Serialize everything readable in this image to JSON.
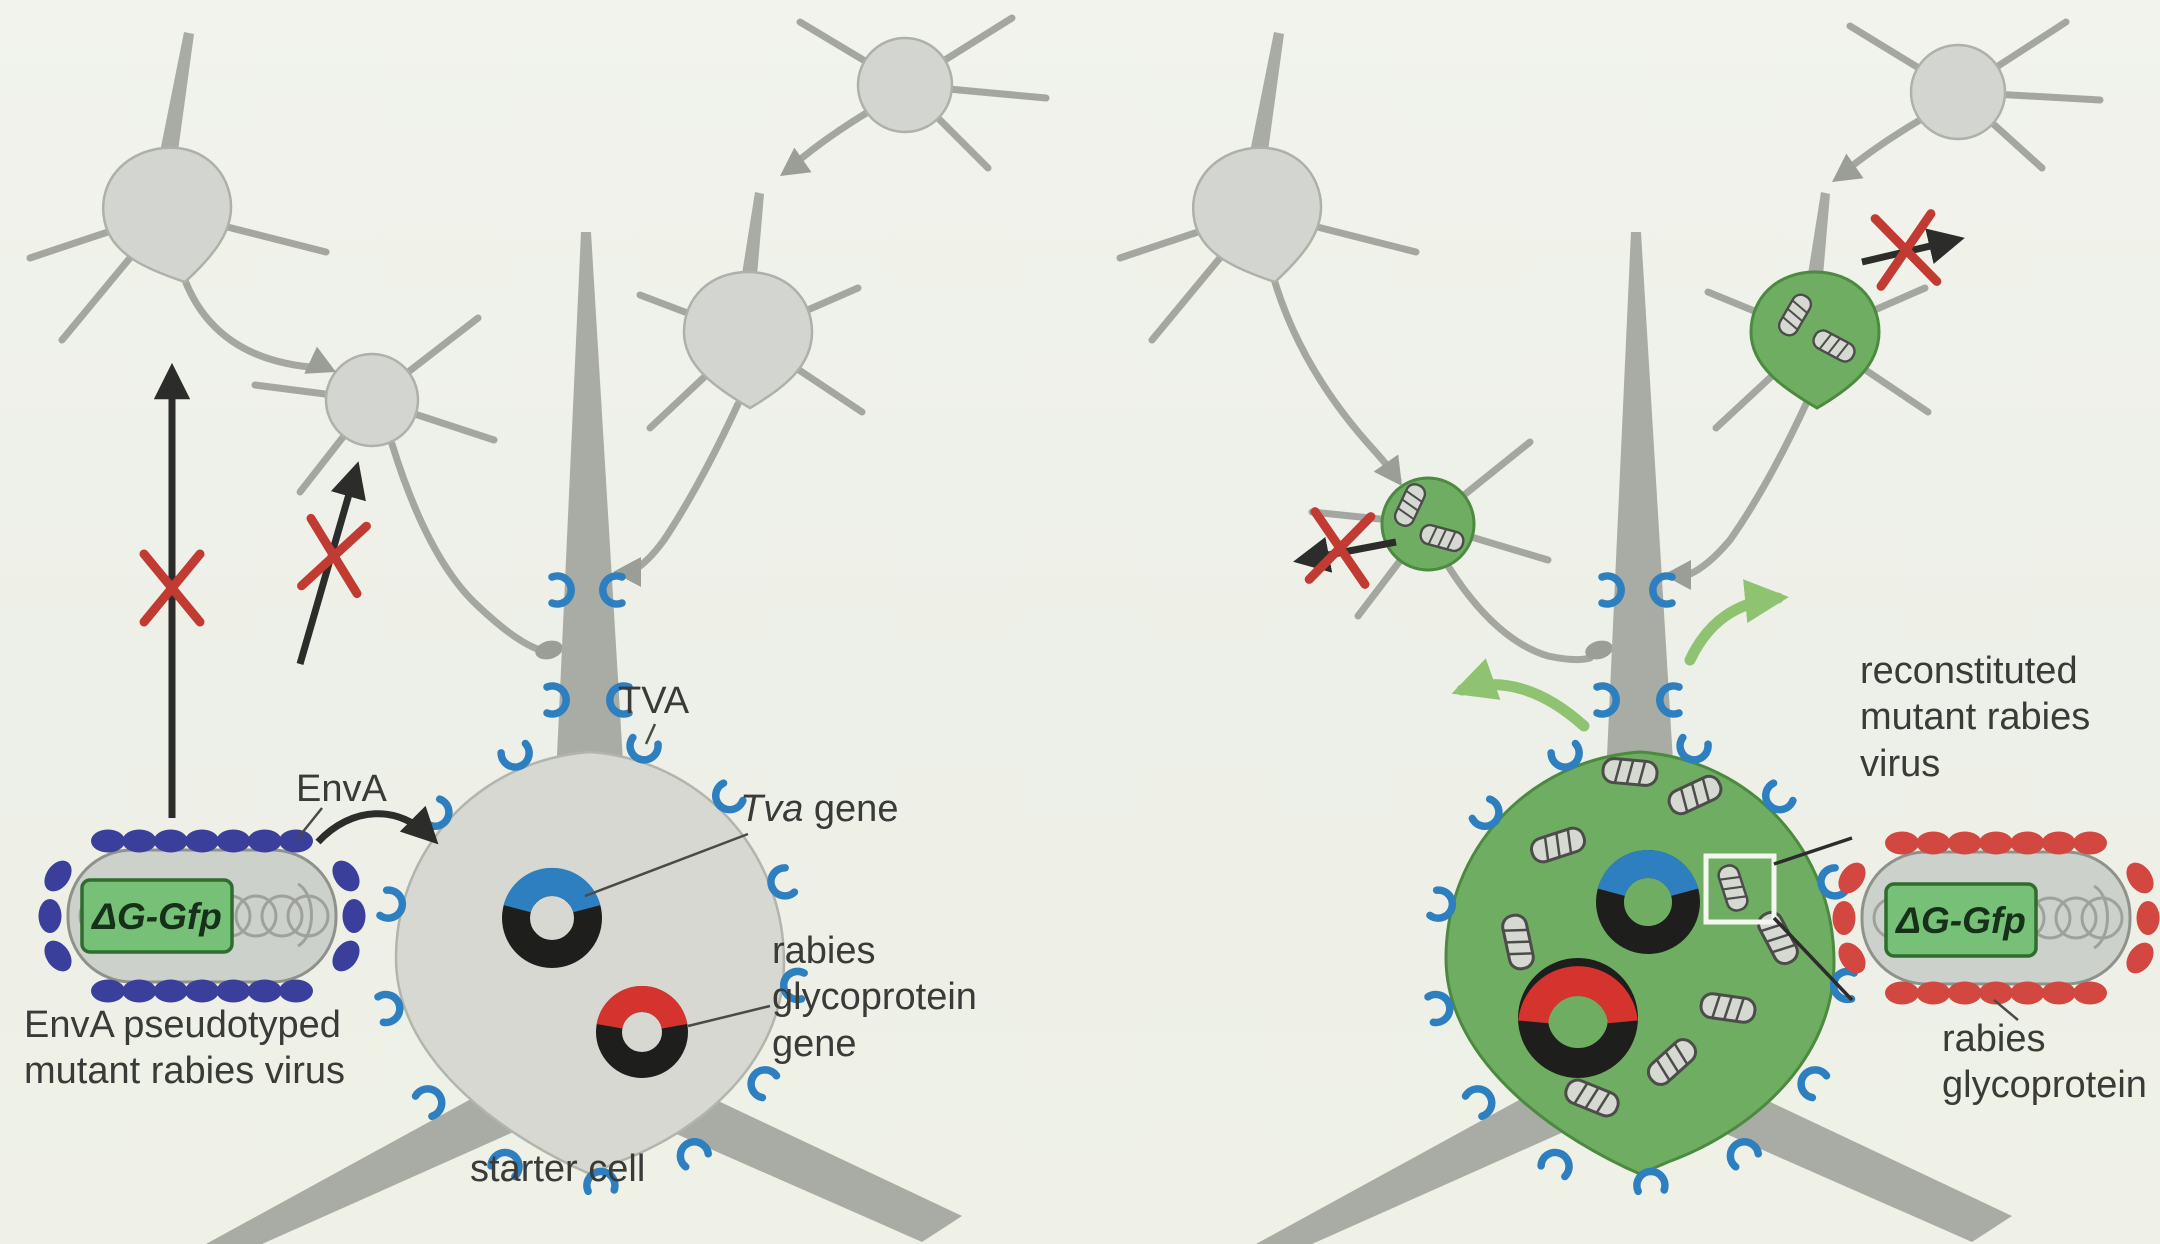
{
  "labels": {
    "tva": "TVA",
    "enva": "EnvA",
    "tva_gene_italic": "Tva",
    "tva_gene_rest": " gene",
    "rabies_glycoprotein_gene": "rabies glycoprotein gene",
    "enva_pseudotyped_virus": "EnvA pseudotyped mutant rabies virus",
    "starter_cell": "starter cell",
    "reconstituted_virus": "reconstituted mutant rabies virus",
    "rabies_glycoprotein": "rabies glycoprotein",
    "virus_construct": "ΔG-Gfp"
  },
  "colors": {
    "receptor_blue": "#2d7fc0",
    "stud_blue": "#3a3f9c",
    "stud_red": "#d2473f",
    "cross_red": "#c23b33",
    "infected_green": "#6fae62",
    "gfp_green": "#77c077",
    "arrow_green": "#8fc371",
    "donut_red": "#d5332e"
  }
}
